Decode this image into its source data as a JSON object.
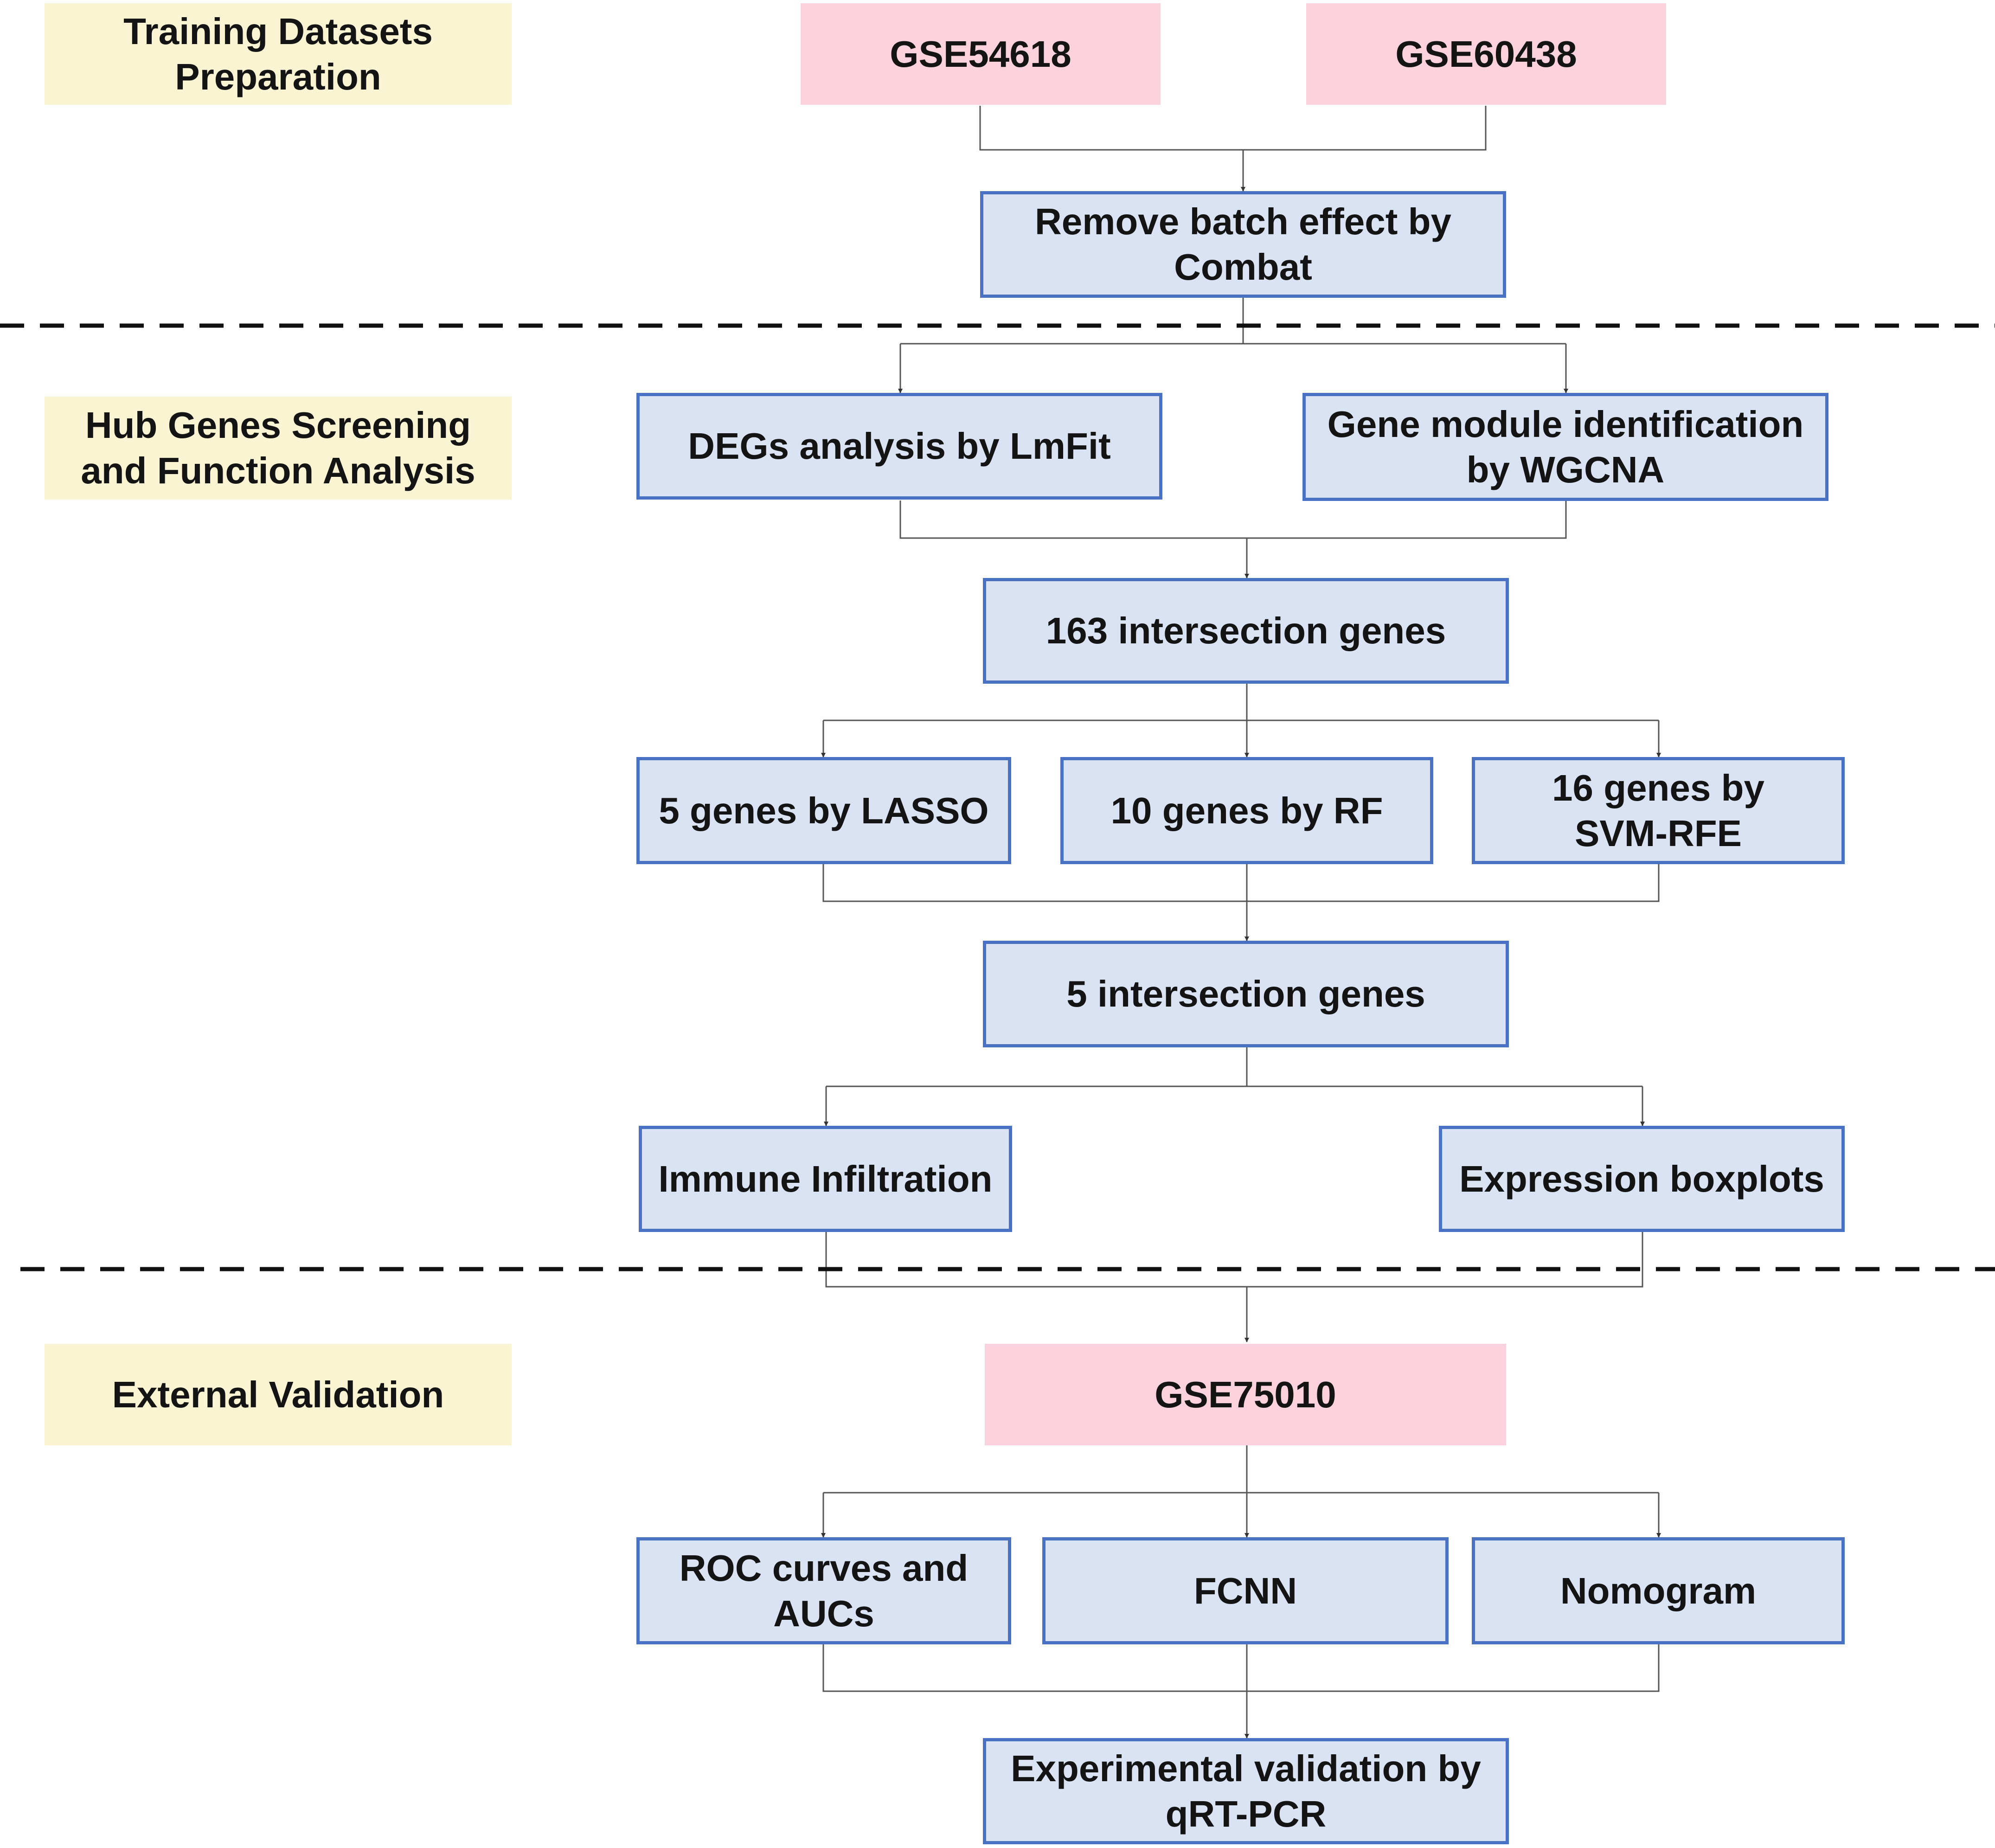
{
  "stages": {
    "training": "Training Datasets\nPreparation",
    "hub_genes": "Hub Genes Screening\nand  Function Analysis",
    "external": "External Validation"
  },
  "datasets": {
    "gse54618": "GSE54618",
    "gse60438": "GSE60438",
    "gse75010": "GSE75010"
  },
  "steps": {
    "remove_batch": "Remove batch effect by\nCombat",
    "degs": "DEGs analysis by LmFit",
    "wgcna": "Gene module identification\nby WGCNA",
    "intersection_163": "163 intersection genes",
    "lasso": "5 genes by LASSO",
    "rf": "10 genes by RF",
    "svm_rfe": "16 genes by\nSVM-RFE",
    "intersection_5": "5 intersection genes",
    "immune": "Immune Infiltration",
    "boxplots": "Expression boxplots",
    "roc": "ROC curves and\nAUCs",
    "fcnn": "FCNN",
    "nomogram": "Nomogram",
    "qrtpcr": "Experimental validation by\nqRT-PCR"
  },
  "colors": {
    "stage_label_fill": "#fbf4d3",
    "dataset_fill": "#fbd2de",
    "step_fill": "#d9e3f3",
    "step_border": "#4a72c4",
    "connector": "#555555",
    "divider": "#111111"
  }
}
